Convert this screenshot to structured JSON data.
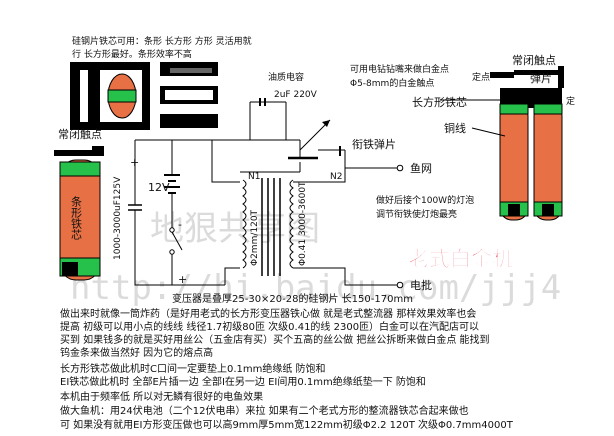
{
  "colors": {
    "coil": "#e77044",
    "coil_band": "#26c14a",
    "steel": "#000000",
    "title": "#e8384a",
    "contact": "#1a9e3c"
  },
  "labels": {
    "core_usable_1": "硅钢片铁芯可用：条形 长方形 方形 灵活用就",
    "core_usable_2": "行 长方形最好。条形效率不高",
    "oil_cap": "油质电容",
    "oil_cap_value": "2uF 220V",
    "drill_contact_1": "可用电钻钻嘴来做白金点",
    "drill_contact_2": "Φ5-8mm的白金触点",
    "nc_contact_left": "常闭触点",
    "armature_spring": "衔铁弹片",
    "nc_contact_right": "常闭触点",
    "spring_right": "弹片",
    "fixed_point": "定点",
    "fixed_right": "定",
    "rect_core": "长方形铁芯",
    "copper_wire": "铜线",
    "battery": "12V",
    "fishnet": "鱼网",
    "battery_clip": "电批",
    "bar_core": "条形铁芯",
    "cap_left": "1000-3000uF125V",
    "n1": "N1",
    "n2": "N2",
    "n1_spec": "Φ2mm/120T",
    "n2_spec": "Φ0.41 3000-3600T",
    "bulb_note_1": "做好后接个100W的灯泡",
    "bulb_note_2": "调节衔铁使灯炮最亮",
    "plus": "+",
    "minus": "-",
    "main_title": "老式白金机",
    "watermark": "http://hi.baidu.com/jjj4"
  },
  "notes": [
    "变压器是叠厚25-30×20-28的硅钢片 长150-170mm",
    "做出来时就像一筒炸药（是好用老式的长方形变压器铁心做 就是老式整流器 那样效果效率也会",
    "提高 初级可以用小点的线线 线径1.7初级80匝 次级0.41的线 2300匝）白金可以在汽配店可以",
    "买到 如果钱多的就是买好用丝公（五金店有买）买个五高的丝公做 把丝公拆断来做白金点 能找到",
    "钨金条来做当然好 因为它的熔点高",
    "长方形铁芯做此机时C口间一定要垫上0.1mm绝缘纸 防饱和",
    "EI铁芯做此机时 全部E片插一边 全部I在另一边 EI间用0.1mm绝缘纸垫一下 防饱和",
    "本机由于频率低 所以对无鳞有很好的电鱼效果",
    "做大鱼机：用24伏电池（二个12伏电串）来拉 如果有二个老式方形的整流器铁芯合起来做也",
    "可 如果没有就用EI方形变压做也可以高9mm厚5mm宽122mm初级Φ2.2 120T 次级Φ0.7mm4000T"
  ]
}
